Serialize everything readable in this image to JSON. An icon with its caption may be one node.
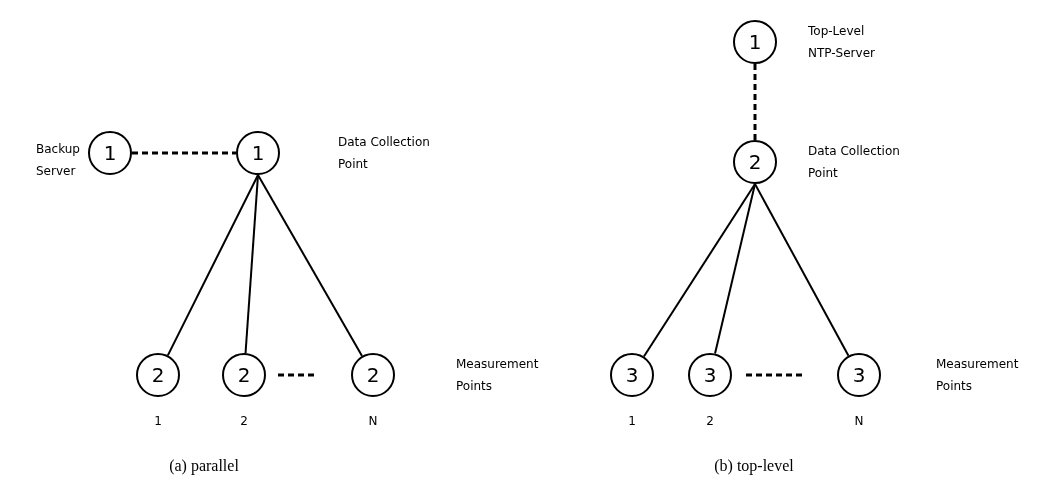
{
  "diagram": {
    "nodes": [
      {
        "text": [
          "1"
        ],
        "beside": [
          "Backup Server"
        ]
      },
      {
        "text": [
          "1"
        ]
      },
      {
        "text": [
          "2"
        ],
        "beside": [
          "1"
        ]
      },
      {
        "text": [
          "2"
        ],
        "beside": [
          "2"
        ]
      },
      {
        "text": [
          "2"
        ],
        "beside": [
          "N"
        ]
      },
      {
        "text": [
          "1"
        ],
        "beside": [
          "Top-Level NTP-Server"
        ]
      },
      {
        "text": [
          "2"
        ],
        "beside": [
          "Data Collection Point"
        ]
      },
      {
        "text": [
          "3"
        ],
        "beside": [
          "1"
        ]
      },
      {
        "text": [
          "3"
        ],
        "beside": [
          "2"
        ]
      },
      {
        "text": [
          "3"
        ],
        "beside": [
          "N"
        ]
      }
    ],
    "edges": [
      {
        "from": 0,
        "to": 1,
        "arrow": "none",
        "style": "dashed"
      },
      {
        "from": 1,
        "to": 2,
        "arrow": "none"
      },
      {
        "from": 1,
        "to": 3,
        "arrow": "none"
      },
      {
        "from": 1,
        "to": 4,
        "arrow": "none"
      },
      {
        "from": 5,
        "to": 6,
        "arrow": "none",
        "style": "dashed"
      },
      {
        "from": 6,
        "to": 7,
        "arrow": "none"
      },
      {
        "from": 6,
        "to": 8,
        "arrow": "none"
      },
      {
        "from": 6,
        "to": 9,
        "arrow": "none"
      }
    ],
    "labels": [
      "Data Collection Point",
      "Measurement Points",
      "Measurement Points",
      "(a) parallel",
      "(b) top-level"
    ]
  }
}
